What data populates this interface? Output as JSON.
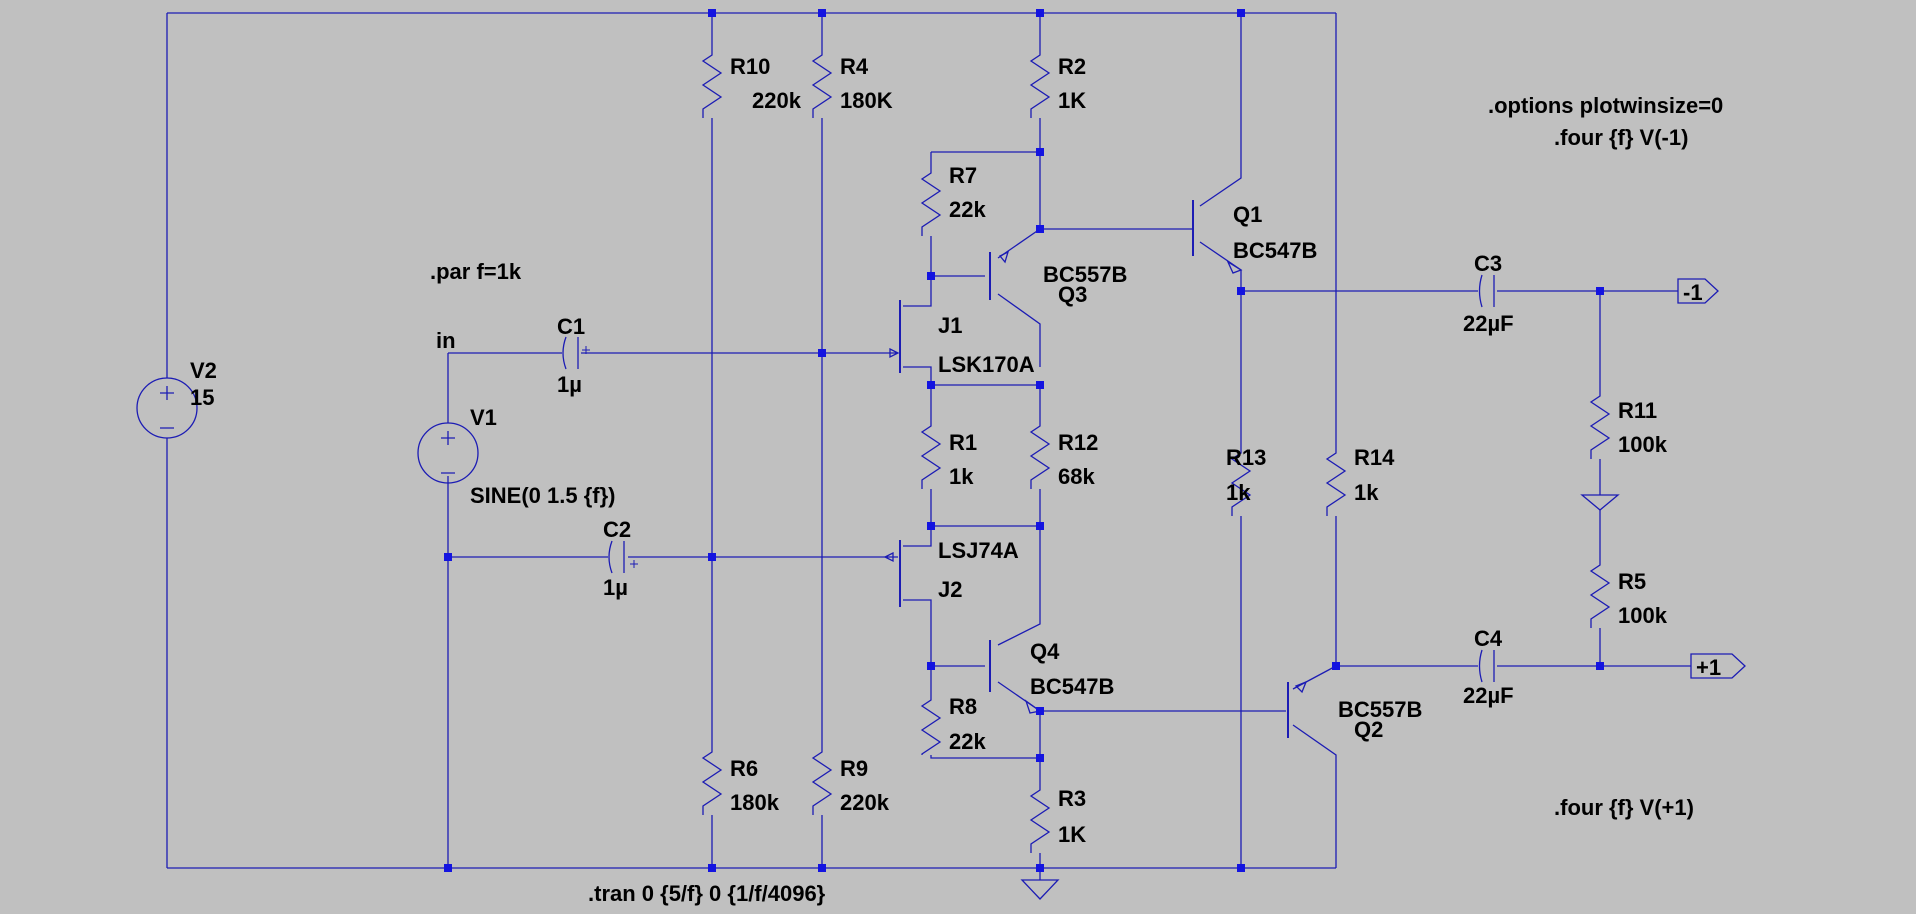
{
  "components": [
    {
      "ref": "V2",
      "value": "15"
    },
    {
      "ref": "V1",
      "value": "SINE(0 1.5 {f})"
    },
    {
      "ref": "R10",
      "value": "220k"
    },
    {
      "ref": "R4",
      "value": "180K"
    },
    {
      "ref": "R2",
      "value": "1K"
    },
    {
      "ref": "R7",
      "value": "22k"
    },
    {
      "ref": "Q1",
      "value": "BC547B"
    },
    {
      "ref": "Q3",
      "value": "BC557B"
    },
    {
      "ref": "C1",
      "value": "1µ"
    },
    {
      "ref": "J1",
      "value": "LSK170A"
    },
    {
      "ref": "R1",
      "value": "1k"
    },
    {
      "ref": "R12",
      "value": "68k"
    },
    {
      "ref": "R13",
      "value": "1k"
    },
    {
      "ref": "R14",
      "value": "1k"
    },
    {
      "ref": "C2",
      "value": "1µ"
    },
    {
      "ref": "J2",
      "value": "LSJ74A"
    },
    {
      "ref": "Q4",
      "value": "BC547B"
    },
    {
      "ref": "R8",
      "value": "22k"
    },
    {
      "ref": "Q2",
      "value": "BC557B"
    },
    {
      "ref": "R6",
      "value": "180k"
    },
    {
      "ref": "R9",
      "value": "220k"
    },
    {
      "ref": "R3",
      "value": "1K"
    },
    {
      "ref": "C3",
      "value": "22µF"
    },
    {
      "ref": "C4",
      "value": "22µF"
    },
    {
      "ref": "R11",
      "value": "100k"
    },
    {
      "ref": "R5",
      "value": "100k"
    }
  ],
  "nets": {
    "in": "in",
    "out_minus": "-1",
    "out_plus": "+1"
  },
  "directives": {
    "par": ".par f=1k",
    "options": ".options plotwinsize=0",
    "four_minus": ".four {f} V(-1)",
    "four_plus": ".four {f} V(+1)",
    "tran": ".tran 0 {5/f} 0 {1/f/4096}"
  },
  "colors": {
    "background": "#c0c0c0",
    "wire": "#1c1cb4",
    "junction": "#1414e0",
    "text": "#000000"
  }
}
